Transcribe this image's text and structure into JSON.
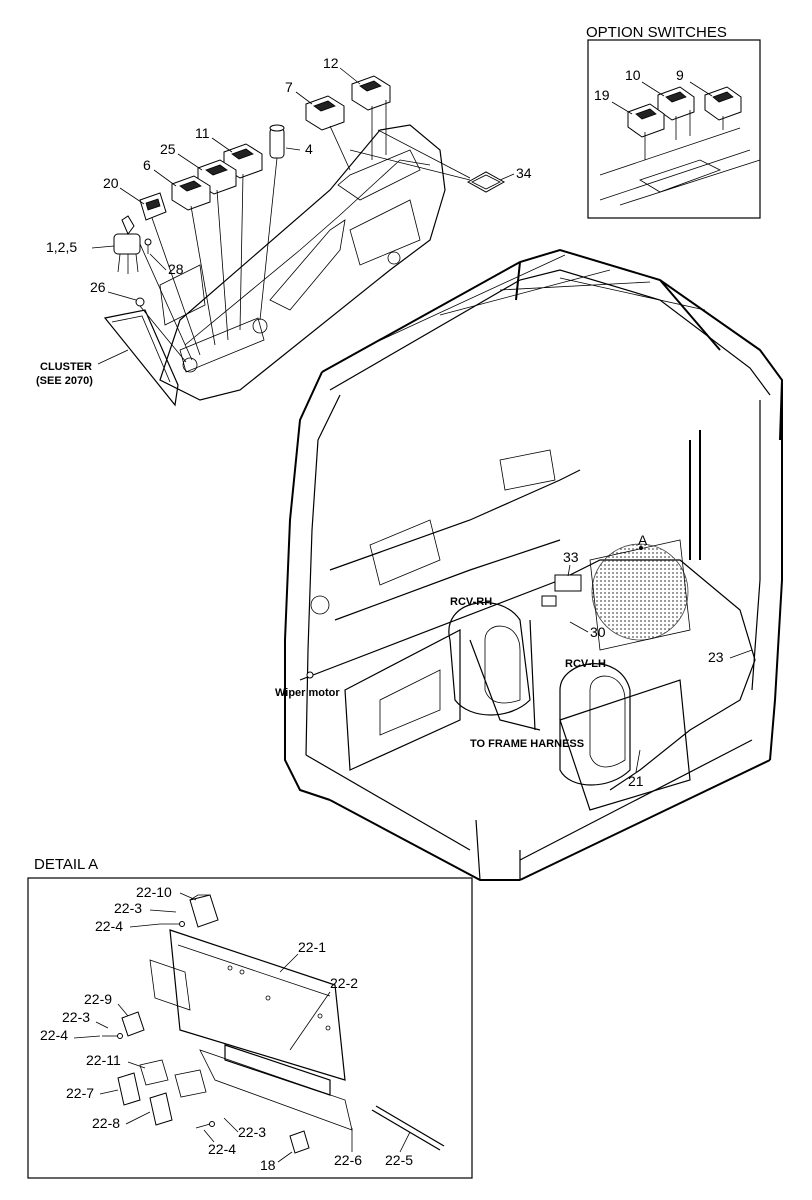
{
  "titles": {
    "option_switches": "OPTION SWITCHES",
    "detail_a": "DETAIL A"
  },
  "annotations": {
    "cluster_line1": "CLUSTER",
    "cluster_line2": "(SEE 2070)",
    "wiper_motor": "Wiper motor",
    "rcv_rh": "RCV-RH",
    "rcv_lh": "RCV-LH",
    "to_frame_harness": "TO FRAME HARNESS",
    "detail_marker": "A"
  },
  "callouts": {
    "p12": "12",
    "p7": "7",
    "p11": "11",
    "p4": "4",
    "p25": "25",
    "p6": "6",
    "p20": "20",
    "p1_2_5": "1,2,5",
    "p28": "28",
    "p26": "26",
    "p34": "34",
    "p10": "10",
    "p9": "9",
    "p19": "19",
    "p33": "33",
    "p30": "30",
    "p23": "23",
    "p21": "21"
  },
  "detail_callouts": {
    "d22_10": "22-10",
    "d22_3a": "22-3",
    "d22_4a": "22-4",
    "d22_1": "22-1",
    "d22_2": "22-2",
    "d22_9": "22-9",
    "d22_3b": "22-3",
    "d22_4b": "22-4",
    "d22_11": "22-11",
    "d22_7": "22-7",
    "d22_8": "22-8",
    "d22_3c": "22-3",
    "d22_4c": "22-4",
    "d18": "18",
    "d22_6": "22-6",
    "d22_5": "22-5"
  }
}
